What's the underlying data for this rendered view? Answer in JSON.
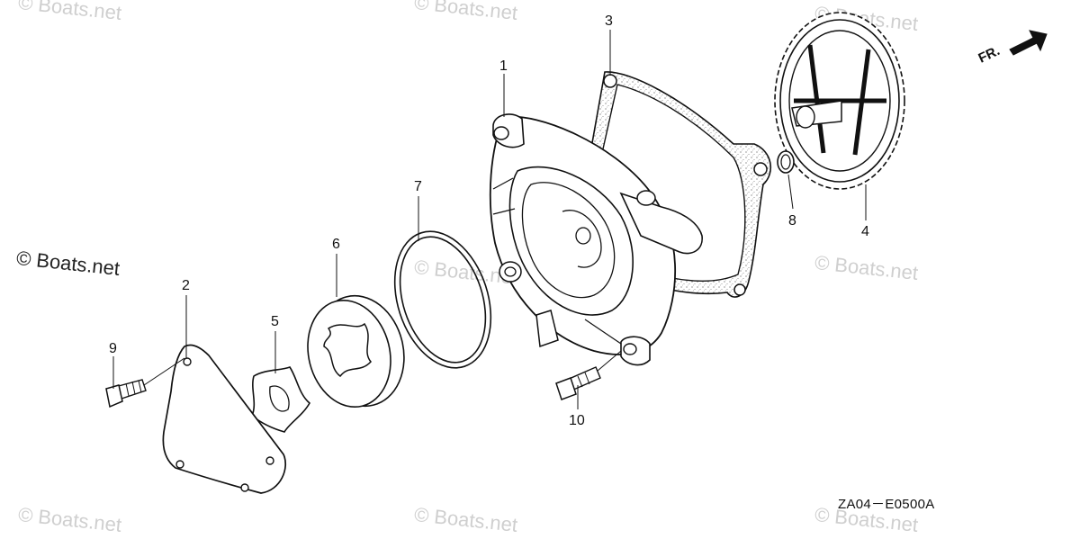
{
  "watermarks": {
    "primary": "© Boats.net",
    "faint": "© Boats.net"
  },
  "direction_label": "FR.",
  "reference_code": "ZA04－E0500A",
  "callouts": {
    "c1": "1",
    "c2": "2",
    "c3": "3",
    "c4": "4",
    "c5": "5",
    "c6": "6",
    "c7": "7",
    "c8": "8",
    "c9": "9",
    "c10": "10"
  }
}
